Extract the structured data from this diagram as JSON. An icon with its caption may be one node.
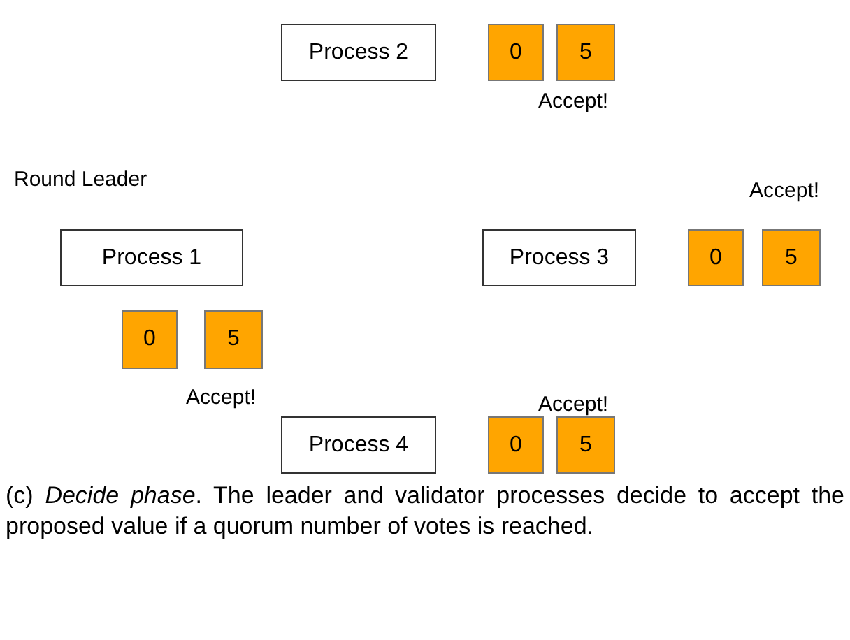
{
  "diagram": {
    "caption": "(c) *Decide phase*. The leader and validator processes decide to accept the proposed value if a quorum number of votes is reached.",
    "nodes": [
      {
        "text": [
          "Process 2"
        ]
      },
      {
        "text": [
          "0"
        ]
      },
      {
        "text": [
          "5"
        ],
        "beside": [
          "Accept!"
        ]
      },
      {
        "text": [
          "Process 1"
        ],
        "beside": [
          "Round Leader"
        ]
      },
      {
        "text": [
          "Process 3"
        ]
      },
      {
        "text": [
          "0"
        ]
      },
      {
        "text": [
          "5"
        ],
        "beside": [
          "Accept!"
        ]
      },
      {
        "text": [
          "0"
        ]
      },
      {
        "text": [
          "5"
        ],
        "beside": [
          "Accept!"
        ]
      },
      {
        "text": [
          "Process 4"
        ]
      },
      {
        "text": [
          "0"
        ]
      },
      {
        "text": [
          "5"
        ],
        "beside": [
          "Accept!"
        ]
      }
    ],
    "edges": []
  }
}
